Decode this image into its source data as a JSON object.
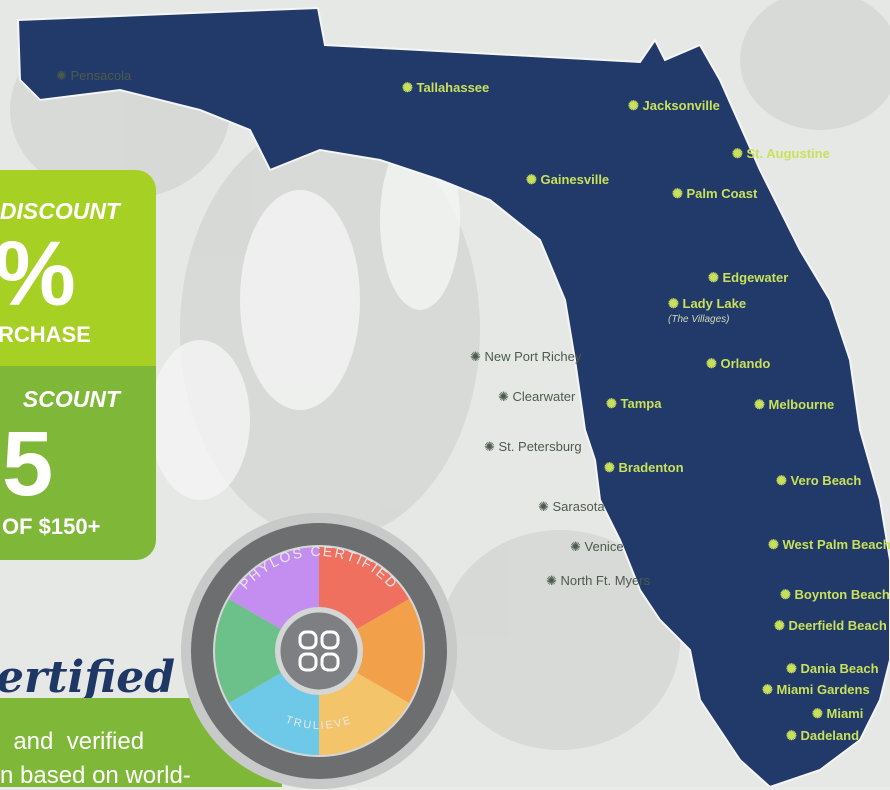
{
  "discounts": [
    {
      "label": "R DISCOUNT",
      "big": "%",
      "foot": "RCHASE"
    },
    {
      "label": "SCOUNT",
      "big": "5",
      "foot": "OF $150+"
    }
  ],
  "certified": {
    "title": "ertified",
    "line1": "  and  verified",
    "line2": "n based on world-"
  },
  "badge": {
    "top_text": "PHYLOS CERTIFIED",
    "bottom_text": "TRULIEVE",
    "colors": [
      "#f07060",
      "#f2a04a",
      "#f3c46a",
      "#6ec8e8",
      "#6cc08a",
      "#c38ef0"
    ]
  },
  "map": {
    "fill": "#213a6a",
    "cities": [
      {
        "name": "Pensacola"
      },
      {
        "name": "Tallahassee"
      },
      {
        "name": "Jacksonville"
      },
      {
        "name": "St. Augustine"
      },
      {
        "name": "Gainesville"
      },
      {
        "name": "Palm Coast"
      },
      {
        "name": "Edgewater"
      },
      {
        "name": "Lady Lake",
        "sub": "(The Villages)"
      },
      {
        "name": "New Port Richey"
      },
      {
        "name": "Orlando"
      },
      {
        "name": "Clearwater"
      },
      {
        "name": "Tampa"
      },
      {
        "name": "Melbourne"
      },
      {
        "name": "St. Petersburg"
      },
      {
        "name": "Bradenton"
      },
      {
        "name": "Vero Beach"
      },
      {
        "name": "Sarasota"
      },
      {
        "name": "Venice"
      },
      {
        "name": "West Palm Beach"
      },
      {
        "name": "North Ft. Myers"
      },
      {
        "name": "Boynton Beach"
      },
      {
        "name": "Deerfield Beach"
      },
      {
        "name": "Dania Beach"
      },
      {
        "name": "Miami Gardens"
      },
      {
        "name": "Miami"
      },
      {
        "name": "Dadeland"
      }
    ]
  }
}
